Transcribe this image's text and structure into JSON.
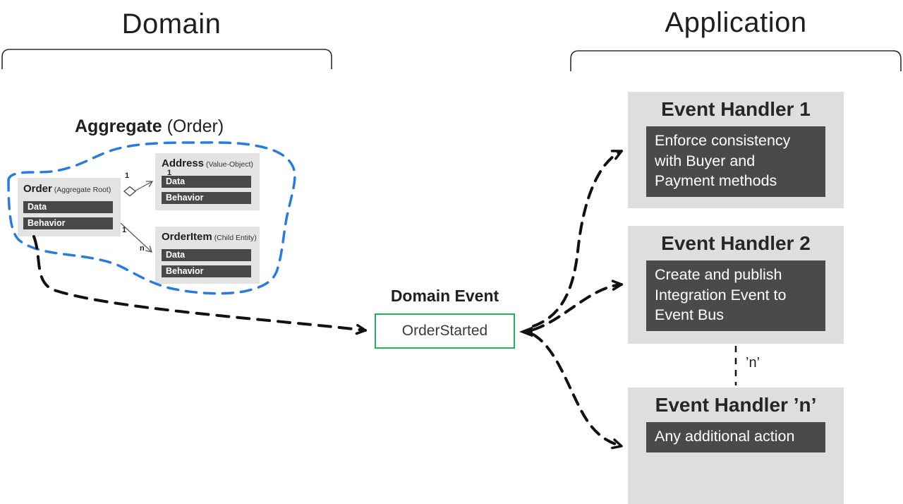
{
  "layers": {
    "domain_title": "Domain",
    "application_title": "Application"
  },
  "aggregate": {
    "label_bold": "Aggregate",
    "label_normal": " (Order)",
    "order": {
      "name": "Order",
      "stereotype": " (Aggregate Root)",
      "row1": "Data",
      "row2": "Behavior"
    },
    "address": {
      "name": "Address",
      "stereotype": " (Value-Object)",
      "row1": "Data",
      "row2": "Behavior"
    },
    "orderitem": {
      "name": "OrderItem",
      "stereotype": " (Child Entity)",
      "row1": "Data",
      "row2": "Behavior"
    },
    "multiplicity": {
      "order_to_address_src": "1",
      "order_to_address_dst": "1",
      "order_to_item_src": "1",
      "order_to_item_dst": "n"
    }
  },
  "domain_event": {
    "label": "Domain Event",
    "name": "OrderStarted"
  },
  "handlers": {
    "h1": {
      "title": "Event Handler 1",
      "body": [
        "Enforce consistency",
        "with Buyer and",
        "Payment methods"
      ]
    },
    "h2": {
      "title": "Event Handler 2",
      "body": [
        "Create and publish",
        "Integration Event to",
        "Event Bus"
      ]
    },
    "hn": {
      "title": "Event Handler ’n’",
      "body": [
        "Any additional action"
      ]
    }
  },
  "n_multiplicity": "’n’",
  "colors": {
    "boundary_blue": "#297cdf",
    "event_green": "#21b25e",
    "box_dark": "#4a4a4a",
    "box_light": "#dedede",
    "arrow_black": "#111111"
  }
}
